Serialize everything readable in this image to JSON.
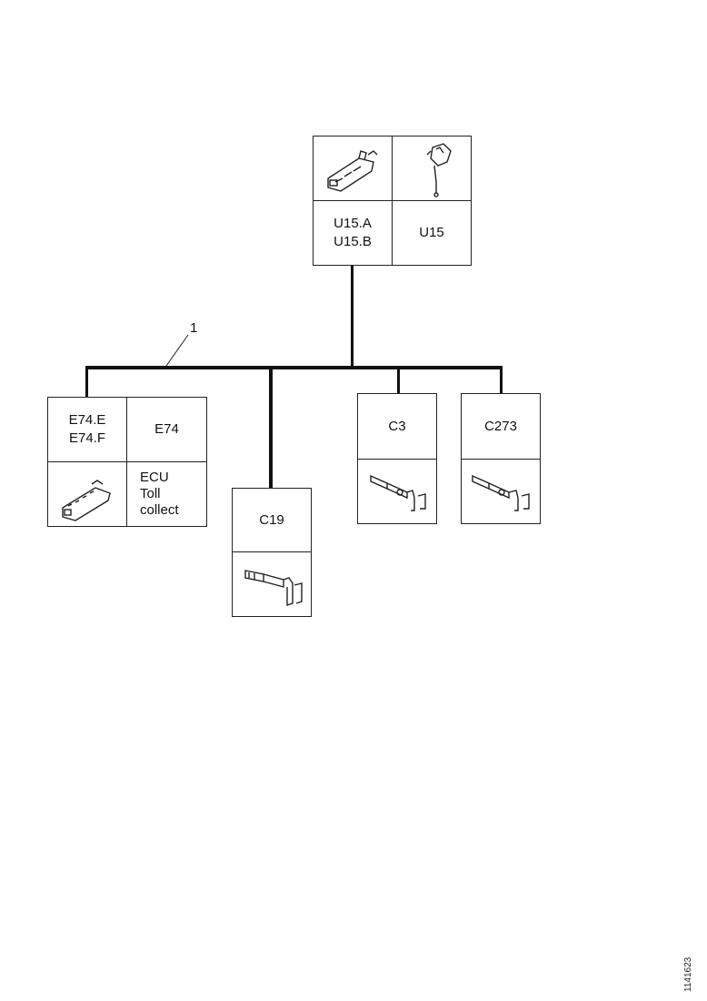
{
  "callout_label": "1",
  "footer_id": "1141623",
  "top": {
    "left_labels": [
      "U15.A",
      "U15.B"
    ],
    "right_label": "U15",
    "left_icon": "connector-housing-icon",
    "right_icon": "control-unit-pendant-icon"
  },
  "e74": {
    "left_labels": [
      "E74.E",
      "E74.F"
    ],
    "right_label": "E74",
    "ecu_lines": [
      "ECU",
      "Toll",
      "collect"
    ],
    "left_icon": "connector-housing-icon"
  },
  "c19": {
    "label": "C19",
    "icon": "terminal-pin-icon"
  },
  "c3": {
    "label": "C3",
    "icon": "terminal-pin-icon"
  },
  "c273": {
    "label": "C273",
    "icon": "terminal-pin-icon"
  }
}
